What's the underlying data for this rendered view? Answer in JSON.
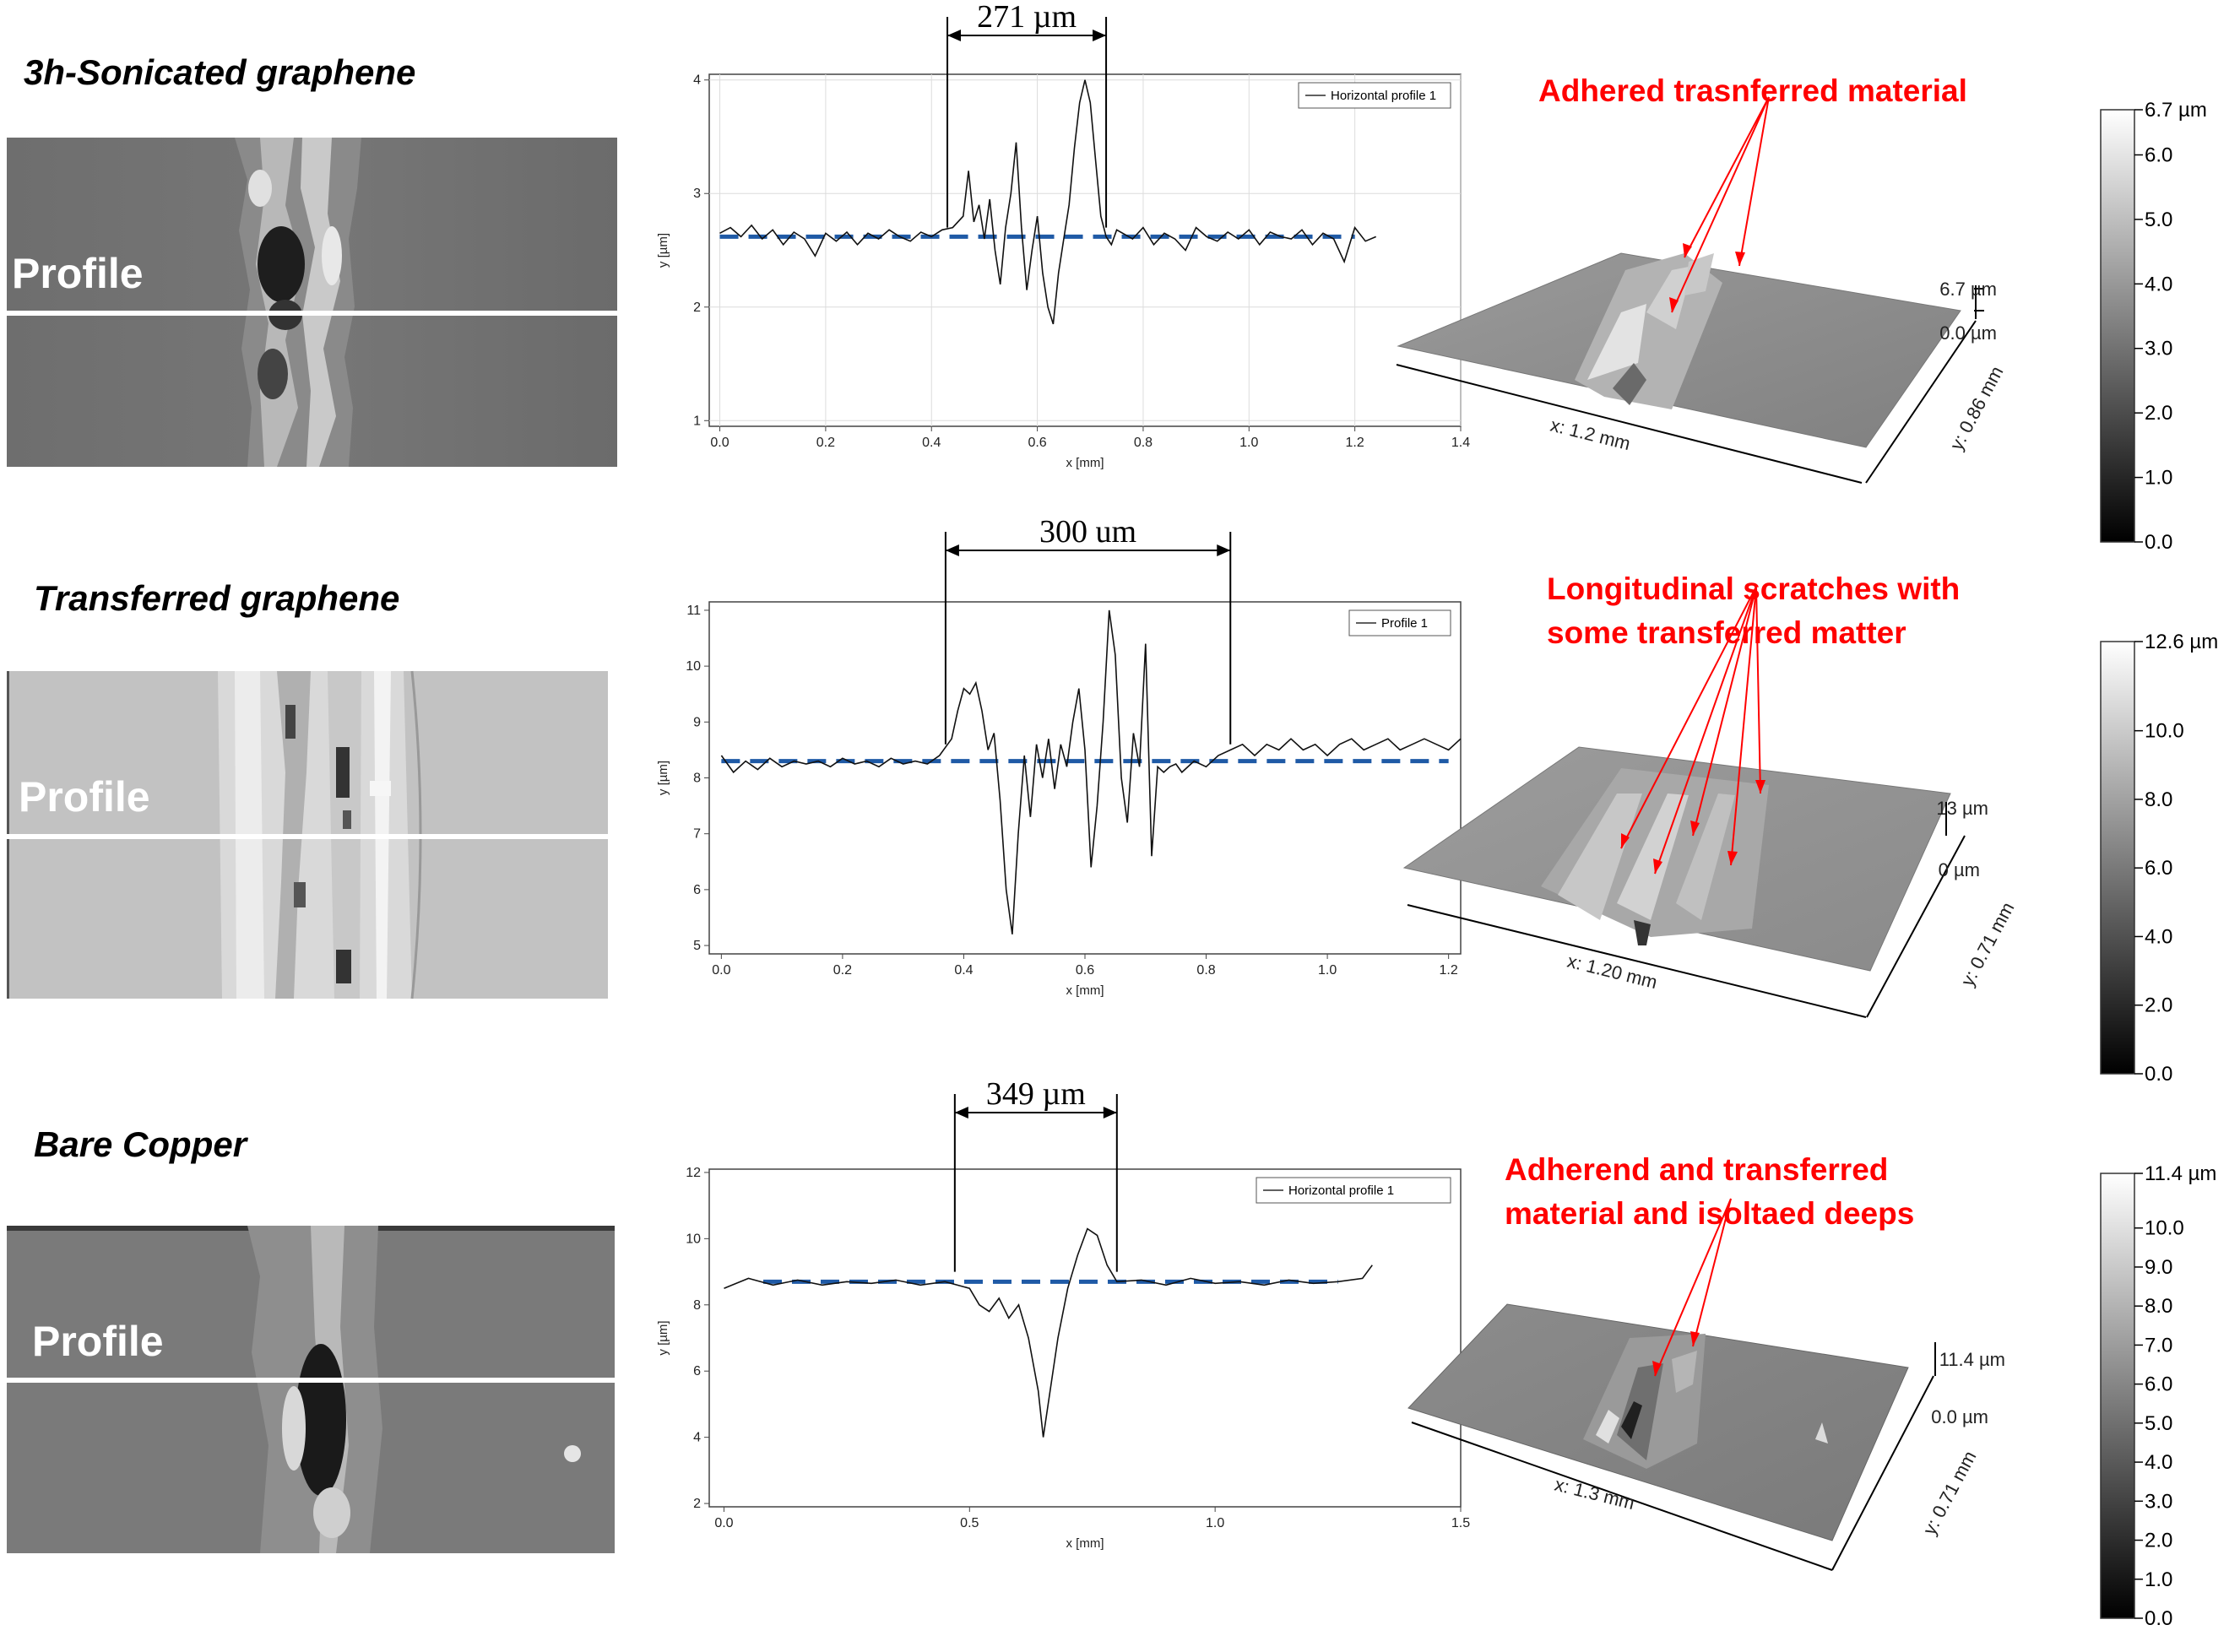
{
  "rows": [
    {
      "id": "sonicated",
      "label": "3h-Sonicated graphene",
      "profile_label": "Profile",
      "annotation_lines": [
        "Adhered trasnferred material"
      ],
      "surface_labels": {
        "z_top": "6.7 µm",
        "z_bottom": "0.0 µm",
        "x": "x: 1.2 mm",
        "y": "y: 0.86 mm"
      },
      "colorbar": {
        "max_label": "6.7 µm",
        "ticks": [
          "6.0",
          "5.0",
          "4.0",
          "3.0",
          "2.0",
          "1.0",
          "0.0"
        ]
      }
    },
    {
      "id": "transferred",
      "label": "Transferred graphene",
      "profile_label": "Profile",
      "annotation_lines": [
        "Longitudinal scratches with",
        "some transferred matter"
      ],
      "surface_labels": {
        "z_top": "13 µm",
        "z_bottom": "0 µm",
        "x": "x: 1.20 mm",
        "y": "y: 0.71 mm"
      },
      "colorbar": {
        "max_label": "12.6 µm",
        "ticks": [
          "10.0",
          "8.0",
          "6.0",
          "4.0",
          "2.0",
          "0.0"
        ]
      }
    },
    {
      "id": "bare",
      "label": "Bare Copper",
      "profile_label": "Profile",
      "annotation_lines": [
        "Adherend and transferred",
        "material and isoltaed deeps"
      ],
      "surface_labels": {
        "z_top": "11.4 µm",
        "z_bottom": "0.0 µm",
        "x": "x: 1.3 mm",
        "y": "y: 0.71 mm"
      },
      "colorbar": {
        "max_label": "11.4 µm",
        "ticks": [
          "10.0",
          "9.0",
          "8.0",
          "7.0",
          "6.0",
          "5.0",
          "4.0",
          "3.0",
          "2.0",
          "1.0",
          "0.0"
        ]
      }
    }
  ],
  "chart_data": [
    {
      "type": "line",
      "title": "",
      "xlabel": "x [mm]",
      "ylabel": "y [µm]",
      "xlim": [
        -0.02,
        1.4
      ],
      "ylim": [
        0.95,
        4.05
      ],
      "xticks": [
        "0.0",
        "0.2",
        "0.4",
        "0.6",
        "0.8",
        "1.0",
        "1.2",
        "1.4"
      ],
      "yticks": [
        "1",
        "2",
        "3",
        "4"
      ],
      "legend": "Horizontal profile 1",
      "legend_position": "top-right",
      "grid": true,
      "dimension_label": "271 µm",
      "dimension_range": [
        0.43,
        0.73
      ],
      "baseline": {
        "y": 2.62,
        "x": [
          0.0,
          1.2
        ],
        "style": "dashed-blue"
      },
      "series": [
        {
          "name": "Horizontal profile 1",
          "x": [
            0.0,
            0.02,
            0.04,
            0.06,
            0.08,
            0.1,
            0.12,
            0.14,
            0.16,
            0.18,
            0.2,
            0.22,
            0.24,
            0.26,
            0.28,
            0.3,
            0.32,
            0.34,
            0.36,
            0.38,
            0.4,
            0.42,
            0.44,
            0.46,
            0.47,
            0.48,
            0.49,
            0.5,
            0.51,
            0.52,
            0.53,
            0.54,
            0.55,
            0.56,
            0.57,
            0.58,
            0.59,
            0.6,
            0.61,
            0.62,
            0.63,
            0.64,
            0.65,
            0.66,
            0.67,
            0.68,
            0.69,
            0.7,
            0.71,
            0.72,
            0.73,
            0.74,
            0.75,
            0.78,
            0.8,
            0.82,
            0.84,
            0.86,
            0.88,
            0.9,
            0.92,
            0.94,
            0.96,
            0.98,
            1.0,
            1.02,
            1.04,
            1.06,
            1.08,
            1.1,
            1.12,
            1.14,
            1.16,
            1.18,
            1.2,
            1.22,
            1.24
          ],
          "y": [
            2.65,
            2.7,
            2.62,
            2.72,
            2.6,
            2.68,
            2.55,
            2.66,
            2.6,
            2.45,
            2.65,
            2.58,
            2.66,
            2.55,
            2.65,
            2.6,
            2.68,
            2.62,
            2.58,
            2.66,
            2.62,
            2.68,
            2.7,
            2.8,
            3.2,
            2.75,
            2.9,
            2.6,
            2.95,
            2.5,
            2.2,
            2.7,
            3.0,
            3.45,
            2.7,
            2.15,
            2.5,
            2.8,
            2.3,
            2.0,
            1.85,
            2.3,
            2.6,
            2.9,
            3.4,
            3.8,
            4.0,
            3.8,
            3.3,
            2.8,
            2.62,
            2.55,
            2.68,
            2.6,
            2.7,
            2.55,
            2.65,
            2.6,
            2.5,
            2.7,
            2.62,
            2.58,
            2.66,
            2.6,
            2.68,
            2.55,
            2.66,
            2.62,
            2.6,
            2.68,
            2.55,
            2.65,
            2.6,
            2.4,
            2.7,
            2.58,
            2.62
          ]
        }
      ]
    },
    {
      "type": "line",
      "title": "",
      "xlabel": "x [mm]",
      "ylabel": "y [µm]",
      "xlim": [
        -0.02,
        1.22
      ],
      "ylim": [
        4.85,
        11.15
      ],
      "xticks": [
        "0.0",
        "0.2",
        "0.4",
        "0.6",
        "0.8",
        "1.0",
        "1.2"
      ],
      "yticks": [
        "5",
        "6",
        "7",
        "8",
        "9",
        "10",
        "11"
      ],
      "legend": "Profile 1",
      "legend_position": "top-right",
      "grid": false,
      "dimension_label": "300 um",
      "dimension_range": [
        0.37,
        0.84
      ],
      "baseline": {
        "y": 8.3,
        "x": [
          0.0,
          1.2
        ],
        "style": "dashed-blue"
      },
      "series": [
        {
          "name": "Profile 1",
          "x": [
            0.0,
            0.02,
            0.04,
            0.06,
            0.08,
            0.1,
            0.12,
            0.14,
            0.16,
            0.18,
            0.2,
            0.22,
            0.24,
            0.26,
            0.28,
            0.3,
            0.32,
            0.34,
            0.36,
            0.38,
            0.39,
            0.4,
            0.41,
            0.42,
            0.43,
            0.44,
            0.45,
            0.46,
            0.47,
            0.48,
            0.49,
            0.5,
            0.51,
            0.52,
            0.53,
            0.54,
            0.55,
            0.56,
            0.57,
            0.58,
            0.59,
            0.6,
            0.61,
            0.62,
            0.63,
            0.64,
            0.65,
            0.66,
            0.67,
            0.68,
            0.69,
            0.7,
            0.71,
            0.72,
            0.73,
            0.74,
            0.75,
            0.76,
            0.78,
            0.8,
            0.82,
            0.84,
            0.86,
            0.88,
            0.9,
            0.92,
            0.94,
            0.96,
            0.98,
            1.0,
            1.02,
            1.04,
            1.06,
            1.08,
            1.1,
            1.12,
            1.14,
            1.16,
            1.18,
            1.2,
            1.22
          ],
          "y": [
            8.4,
            8.1,
            8.3,
            8.15,
            8.35,
            8.2,
            8.3,
            8.25,
            8.3,
            8.2,
            8.35,
            8.25,
            8.3,
            8.2,
            8.35,
            8.25,
            8.3,
            8.25,
            8.4,
            8.7,
            9.2,
            9.6,
            9.5,
            9.7,
            9.2,
            8.5,
            8.8,
            7.6,
            6.0,
            5.2,
            7.0,
            8.4,
            7.3,
            8.6,
            8.0,
            8.7,
            7.8,
            8.6,
            8.2,
            9.0,
            9.6,
            8.5,
            6.4,
            7.5,
            9.0,
            11.0,
            10.2,
            8.0,
            7.2,
            8.8,
            8.2,
            10.4,
            6.6,
            8.2,
            8.1,
            8.2,
            8.25,
            8.1,
            8.3,
            8.2,
            8.4,
            8.5,
            8.6,
            8.4,
            8.6,
            8.5,
            8.7,
            8.5,
            8.6,
            8.4,
            8.6,
            8.7,
            8.5,
            8.6,
            8.7,
            8.5,
            8.6,
            8.7,
            8.6,
            8.5,
            8.7
          ]
        }
      ]
    },
    {
      "type": "line",
      "title": "",
      "xlabel": "x [mm]",
      "ylabel": "y [µm]",
      "xlim": [
        -0.03,
        1.5
      ],
      "ylim": [
        1.9,
        12.1
      ],
      "xticks": [
        "0.0",
        "0.5",
        "1.0",
        "1.5"
      ],
      "yticks": [
        "2",
        "4",
        "6",
        "8",
        "10",
        "12"
      ],
      "legend": "Horizontal profile 1",
      "legend_position": "top-right",
      "grid": false,
      "dimension_label": "349 µm",
      "dimension_range": [
        0.47,
        0.8
      ],
      "baseline": {
        "y": 8.7,
        "x": [
          0.08,
          1.25
        ],
        "style": "dashed-blue"
      },
      "series": [
        {
          "name": "Horizontal profile 1",
          "x": [
            0.0,
            0.05,
            0.1,
            0.15,
            0.2,
            0.25,
            0.3,
            0.35,
            0.4,
            0.45,
            0.5,
            0.52,
            0.54,
            0.56,
            0.58,
            0.6,
            0.62,
            0.64,
            0.65,
            0.66,
            0.68,
            0.7,
            0.72,
            0.74,
            0.76,
            0.78,
            0.8,
            0.85,
            0.9,
            0.95,
            1.0,
            1.05,
            1.1,
            1.15,
            1.2,
            1.25,
            1.3,
            1.32
          ],
          "y": [
            8.5,
            8.8,
            8.6,
            8.75,
            8.6,
            8.7,
            8.65,
            8.75,
            8.6,
            8.7,
            8.5,
            8.0,
            7.8,
            8.2,
            7.6,
            8.0,
            7.0,
            5.4,
            4.0,
            5.0,
            7.0,
            8.5,
            9.5,
            10.3,
            10.1,
            9.2,
            8.7,
            8.75,
            8.6,
            8.8,
            8.65,
            8.7,
            8.6,
            8.75,
            8.65,
            8.7,
            8.8,
            9.2
          ]
        }
      ]
    }
  ]
}
